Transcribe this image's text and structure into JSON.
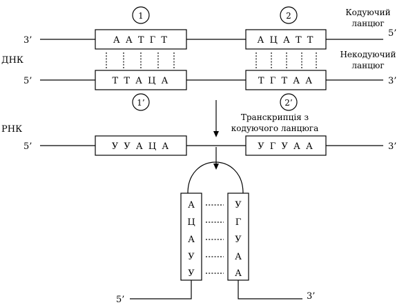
{
  "dna": {
    "label": "ДНК",
    "coding_label_line1": "Кодуючий",
    "coding_label_line2": "ланцюг",
    "noncoding_label_line1": "Некодуючий",
    "noncoding_label_line2": "ланцюг",
    "top_strand_left_end": "3’",
    "top_strand_right_end": "5’",
    "bottom_strand_left_end": "5’",
    "bottom_strand_right_end": "3’",
    "top_seq_1": "А А Т Г Т",
    "top_seq_2": "А Ц А Т Т",
    "bottom_seq_1": "Т Т А Ц А",
    "bottom_seq_2": "Т Г Т А А",
    "marker_1": "1",
    "marker_2": "2",
    "marker_1p": "1’",
    "marker_2p": "2’"
  },
  "transcription": {
    "line1": "Транскрипція з",
    "line2": "кодуючого ланцюга"
  },
  "rna": {
    "label": "РНК",
    "left_end": "5’",
    "right_end": "3’",
    "seq_1": "У У А Ц А",
    "seq_2": "У Г У А А"
  },
  "hairpin": {
    "left_stem": [
      "А",
      "Ц",
      "А",
      "У",
      "У"
    ],
    "right_stem": [
      "У",
      "Г",
      "У",
      "А",
      "А"
    ],
    "left_end": "5’",
    "right_end": "3’"
  }
}
